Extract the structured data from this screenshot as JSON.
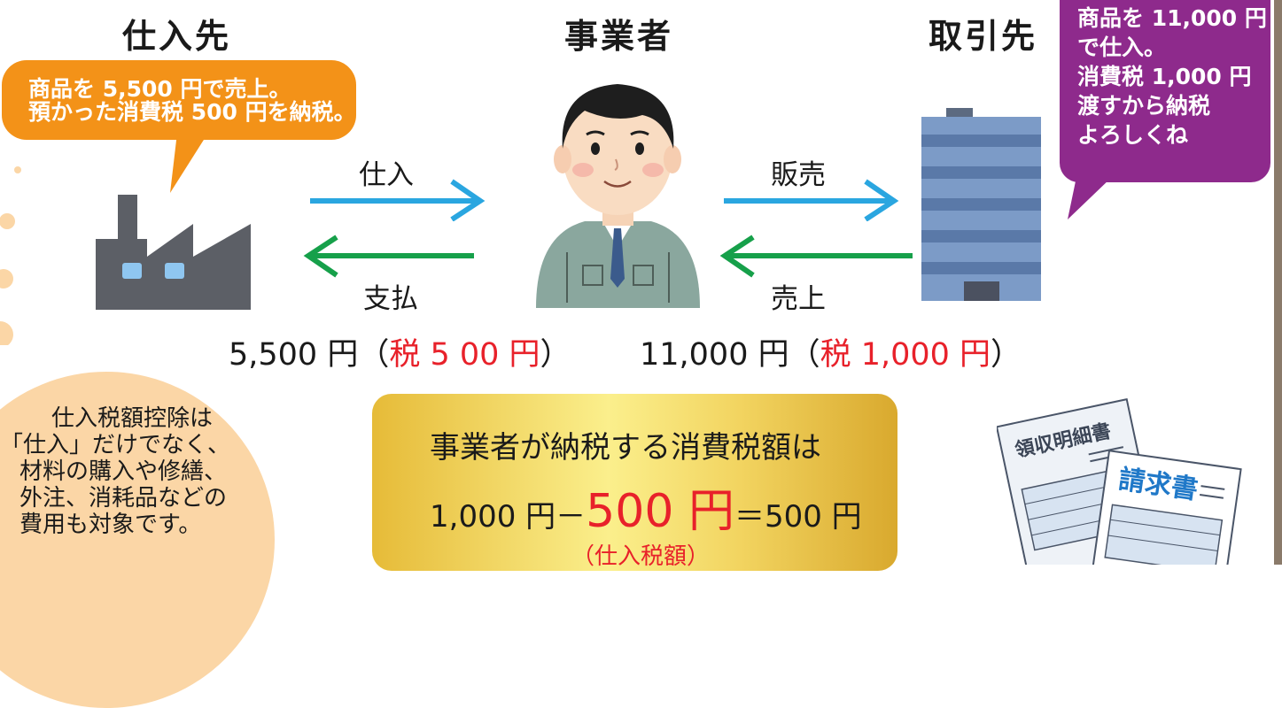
{
  "headings": {
    "supplier": "仕入先",
    "business": "事業者",
    "customer": "取引先"
  },
  "supplier_bubble": {
    "line1": "商品を 5,500 円で売上。",
    "line2": "預かった消費税 500 円を納税。",
    "color": "#f39218"
  },
  "customer_bubble": {
    "lines": [
      "商品を 11,000 円",
      "で仕入。",
      "消費税 1,000 円",
      "渡すから納税",
      "よろしくね"
    ],
    "color": "#8e2a8c"
  },
  "flows": {
    "purchase": "仕入",
    "payment": "支払",
    "sales": "販売",
    "revenue": "売上",
    "blue_arrow_color": "#2aa6e0",
    "green_arrow_color": "#16a04a"
  },
  "amounts": {
    "supplier_base": "5,500 円（",
    "supplier_tax": "税 5 00 円",
    "supplier_close": "）",
    "customer_base": "11,000 円（",
    "customer_tax": "税 1,000 円",
    "customer_close": "）"
  },
  "note_circle": {
    "lines": [
      "仕入税額控除は",
      "「仕入」だけでなく、",
      "材料の購入や修繕、",
      "外注、消耗品などの",
      "費用も対象です。"
    ],
    "color": "#fbd6a6"
  },
  "result_box": {
    "line1": "事業者が納税する消費税額は",
    "line2_prefix": "1,000 円－",
    "line2_highlight": "500 円",
    "line2_suffix": "＝500 円",
    "sub_label": "（仕入税額）"
  },
  "documents": {
    "receipt_label": "領収明細書",
    "invoice_label": "請求書"
  }
}
